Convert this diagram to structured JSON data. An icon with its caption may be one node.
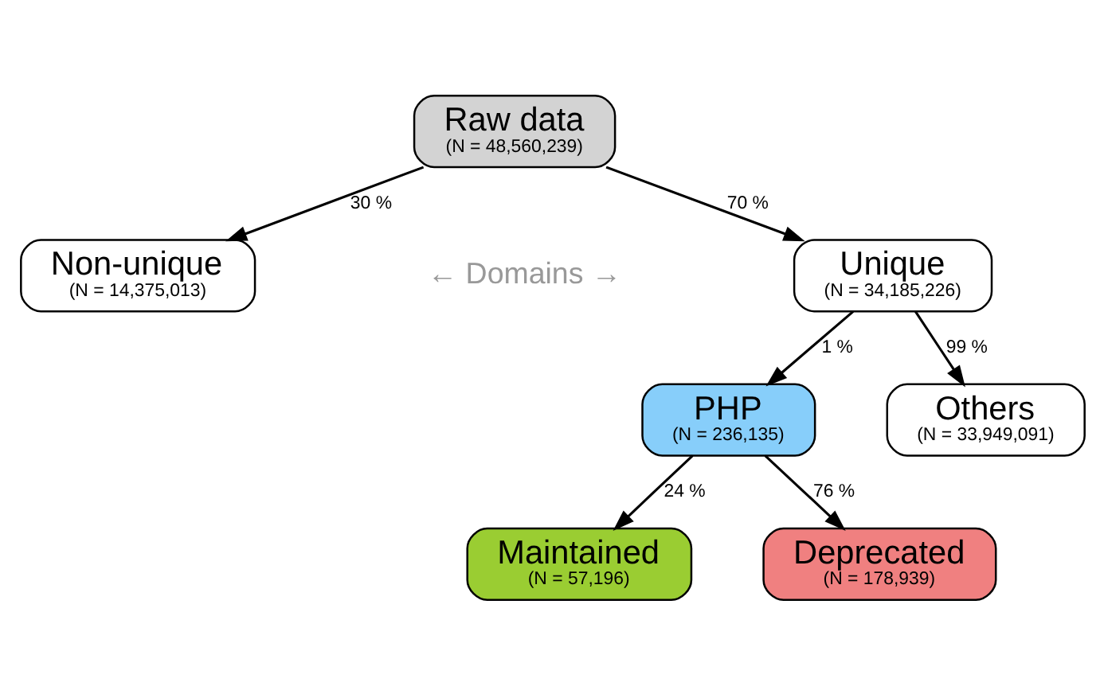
{
  "diagram": {
    "nodes": [
      {
        "text": [
          "Raw data",
          "(N = 48,560,239)"
        ]
      },
      {
        "text": [
          "Non-unique",
          "(N = 14,375,013)"
        ]
      },
      {
        "text": [
          "Unique",
          "(N = 34,185,226)"
        ]
      },
      {
        "text": [
          "PHP",
          "(N = 236,135)"
        ]
      },
      {
        "text": [
          "Others",
          "(N = 33,949,091)"
        ]
      },
      {
        "text": [
          "Maintained",
          "(N = 57,196)"
        ]
      },
      {
        "text": [
          "Deprecated",
          "(N = 178,939)"
        ]
      }
    ],
    "edges": [
      {
        "from": 0,
        "to": 1,
        "arrow": "to",
        "label": "30 %"
      },
      {
        "from": 0,
        "to": 2,
        "arrow": "to",
        "label": "70 %"
      },
      {
        "from": 2,
        "to": 3,
        "arrow": "to",
        "label": "1 %"
      },
      {
        "from": 2,
        "to": 4,
        "arrow": "to",
        "label": "99 %"
      },
      {
        "from": 3,
        "to": 5,
        "arrow": "to",
        "label": "24 %"
      },
      {
        "from": 3,
        "to": 6,
        "arrow": "to",
        "label": "76 %"
      }
    ],
    "labels": [
      "← Domains →"
    ]
  }
}
